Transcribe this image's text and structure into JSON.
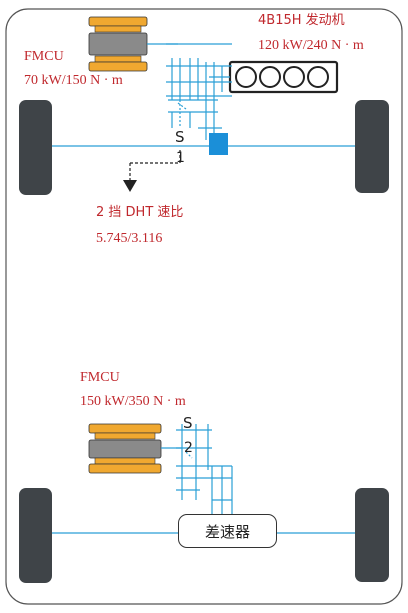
{
  "front_motor": {
    "name": "FMCU",
    "rating": "70 kW/150 N · m"
  },
  "engine": {
    "name": "4B15H 发动机",
    "rating": "120 kW/240 N · m"
  },
  "dht": {
    "title": "2 挡 DHT 速比",
    "ratios": "5.745/3.116",
    "shift_top": "S",
    "shift_bottom": "1"
  },
  "rear_motor": {
    "name": "FMCU",
    "rating": "150 kW/350 N · m"
  },
  "rear_shift": {
    "shift_top": "S",
    "shift_bottom": "2"
  },
  "differential": {
    "label": "差速器"
  },
  "colors": {
    "shaft": "#2a9fd6",
    "label_red": "#c0282d",
    "motor_orange": "#f0a830",
    "motor_gray": "#8a8a8a",
    "tire": "#3f4448",
    "actuator": "#1b8fd8"
  }
}
